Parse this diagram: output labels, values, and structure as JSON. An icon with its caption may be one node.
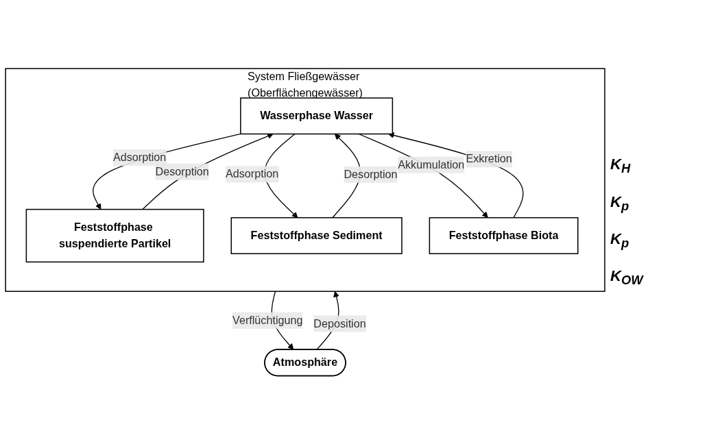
{
  "diagram": {
    "nodes": [
      {
        "text": [
          "Atmosphäre"
        ]
      },
      {
        "text": [
          "System Fließgewässer (Oberflächengewässer)"
        ]
      },
      {
        "text": [
          "Wasserphase Wasser"
        ],
        "in": 1
      },
      {
        "text": [
          "Feststoffphase suspendierte Partikel"
        ],
        "in": 1
      },
      {
        "text": [
          "Feststoffphase Sediment"
        ],
        "in": 1
      },
      {
        "text": [
          "Feststoffphase Biota"
        ],
        "in": 1
      }
    ],
    "edges": [
      {
        "from": 0,
        "to": 1,
        "arrow": "to",
        "label": "Deposition"
      },
      {
        "from": 1,
        "to": 0,
        "arrow": "to",
        "label": "Verflüchtigung"
      },
      {
        "from": 3,
        "to": 2,
        "arrow": "to",
        "label": "Desorption"
      },
      {
        "from": 2,
        "to": 3,
        "arrow": "to",
        "label": "Adsorption"
      },
      {
        "from": 2,
        "to": 4,
        "arrow": "to",
        "label": "Adsorption"
      },
      {
        "from": 4,
        "to": 2,
        "arrow": "to",
        "label": "Desorption"
      },
      {
        "from": 2,
        "to": 5,
        "arrow": "to",
        "label": "Akkumulation"
      },
      {
        "from": 5,
        "to": 2,
        "arrow": "to",
        "label": "Exkretion"
      }
    ],
    "labels": [
      "K$_{H}$",
      "K$_{p}$",
      "K$_{p}$",
      "K$_{OW}$"
    ]
  }
}
